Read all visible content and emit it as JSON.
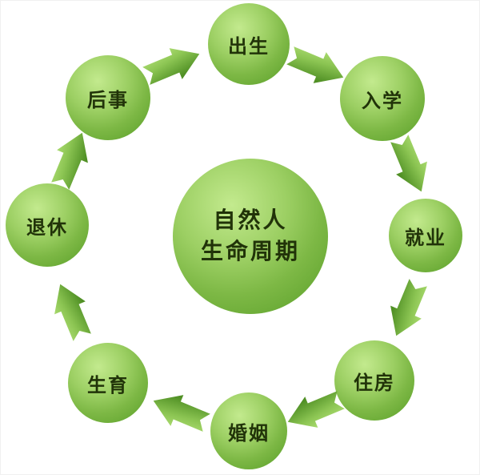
{
  "diagram": {
    "title_center": {
      "line1": "自然人",
      "line2": "生命周期"
    },
    "nodes": [
      {
        "label": "出生"
      },
      {
        "label": "入学"
      },
      {
        "label": "就业"
      },
      {
        "label": "住房"
      },
      {
        "label": "婚姻"
      },
      {
        "label": "生育"
      },
      {
        "label": "退休"
      },
      {
        "label": "后事"
      }
    ],
    "arrows": [
      {
        "from": "出生",
        "to": "入学"
      },
      {
        "from": "入学",
        "to": "就业"
      },
      {
        "from": "就业",
        "to": "住房"
      },
      {
        "from": "住房",
        "to": "婚姻"
      },
      {
        "from": "婚姻",
        "to": "生育"
      },
      {
        "from": "生育",
        "to": "退休"
      },
      {
        "from": "退休",
        "to": "后事"
      },
      {
        "from": "后事",
        "to": "出生"
      }
    ],
    "flow_direction": "clockwise",
    "colors": {
      "circle_light": "#c3ea8e",
      "circle_dark": "#5c9c2c",
      "arrow_light": "#aadd6e",
      "arrow_dark": "#4f8f24",
      "text": "#213309",
      "background": "#ffffff"
    }
  }
}
